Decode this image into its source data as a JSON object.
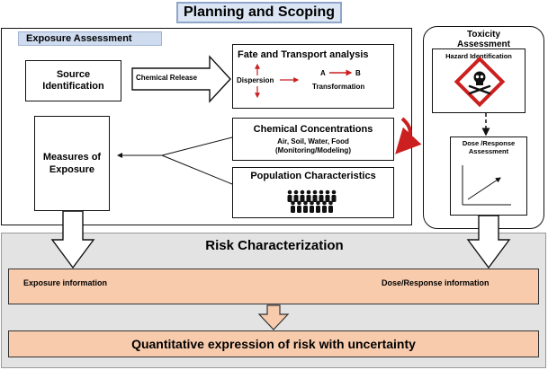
{
  "title": "Planning and Scoping",
  "exposure_assessment": {
    "header": "Exposure Assessment",
    "source": "Source Identification",
    "chemical_release": "Chemical Release",
    "fate": {
      "title": "Fate and Transport analysis",
      "dispersion": "Dispersion",
      "a": "A",
      "b": "B",
      "transformation": "Transformation"
    },
    "concentrations": {
      "title": "Chemical Concentrations",
      "media": "Air, Soil, Water, Food",
      "methods": "(Monitoring/Modeling)"
    },
    "population": "Population Characteristics",
    "measures": "Measures of Exposure"
  },
  "toxicity": {
    "header": "Toxicity Assessment",
    "hazard": "Hazard Identification",
    "dose_response": "Dose /Response Assessment"
  },
  "risk": {
    "title": "Risk Characterization",
    "exposure_info": "Exposure information",
    "dose_info": "Dose/Response information",
    "quantitative": "Quantitative expression of risk with uncertainty"
  },
  "colors": {
    "header_blue": "#cfdcf0",
    "salmon": "#f8cbad",
    "gray": "#e3e3e3",
    "red": "#cc1f1f"
  },
  "icons": [
    "skull-crossbones-icon",
    "people-group-icon",
    "dose-response-chart-icon"
  ]
}
